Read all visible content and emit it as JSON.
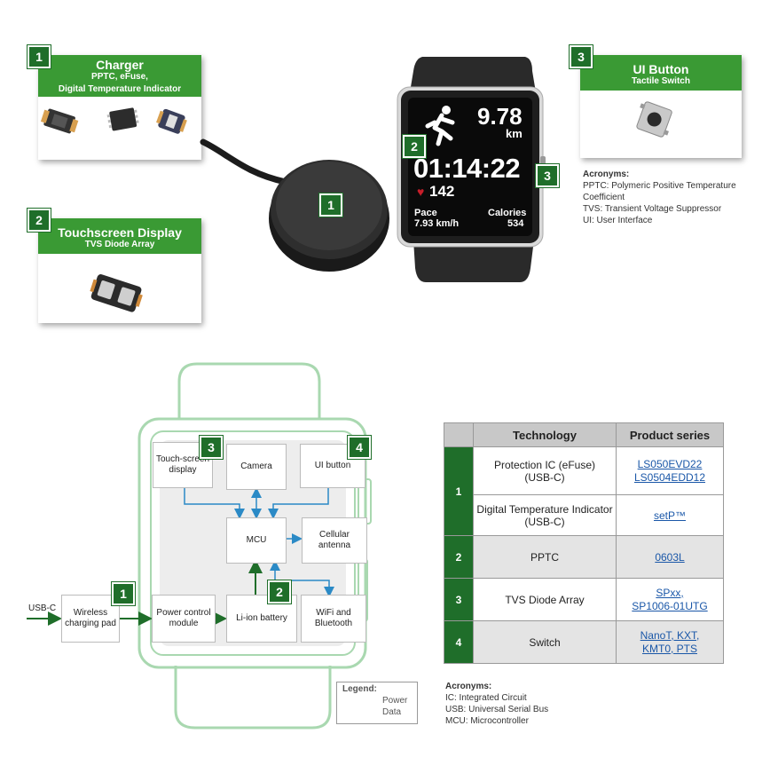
{
  "cards": {
    "charger": {
      "badge": "1",
      "title": "Charger",
      "sub1": "PPTC, eFuse,",
      "sub2": "Digital Temperature Indicator"
    },
    "touch": {
      "badge": "2",
      "title": "Touchscreen Display",
      "sub1": "TVS Diode Array"
    },
    "ui": {
      "badge": "3",
      "title": "UI Button",
      "sub1": "Tactile Switch"
    }
  },
  "watch_screen": {
    "distance": "9.78",
    "distance_unit": "km",
    "time": "01:14:22",
    "heart": "142",
    "pace_label": "Pace",
    "pace_value": "7.93 km/h",
    "calories_label": "Calories",
    "calories_value": "534",
    "badge_screen": "2",
    "badge_button": "3",
    "badge_pad": "1"
  },
  "acronyms_top": {
    "title": "Acronyms:",
    "items": [
      "PPTC: Polymeric Positive Temperature Coefficient",
      "TVS: Transient Voltage Suppressor",
      "UI: User Interface"
    ]
  },
  "diagram": {
    "usb_label": "USB-C",
    "blocks": {
      "wireless": "Wireless charging pad",
      "touch": "Touch-screen display",
      "camera": "Camera",
      "ui": "UI button",
      "mcu": "MCU",
      "cellular": "Cellular antenna",
      "power": "Power control module",
      "battery": "Li-ion battery",
      "wifi": "WiFi and Bluetooth"
    },
    "badges": {
      "wireless": "1",
      "touch": "3",
      "ui": "4",
      "battery": "2"
    },
    "legend": {
      "title": "Legend:",
      "power": "Power",
      "data": "Data"
    },
    "colors": {
      "power": "#1f6e2a",
      "data": "#2b8ac6",
      "outline": "#a9d8b0"
    }
  },
  "table": {
    "header_tech": "Technology",
    "header_series": "Product series",
    "rows": [
      {
        "num": "1",
        "tech": "Protection IC (eFuse) (USB-C)",
        "series": [
          "LS050EVD22",
          "LS0504EDD12"
        ]
      },
      {
        "num": "",
        "tech": "Digital Temperature Indicator (USB-C)",
        "series": [
          "setP™"
        ]
      },
      {
        "num": "2",
        "tech": "PPTC",
        "series": [
          "0603L"
        ]
      },
      {
        "num": "3",
        "tech": "TVS Diode Array",
        "series": [
          "SPxx,",
          "SP1006-01UTG"
        ]
      },
      {
        "num": "4",
        "tech": "Switch",
        "series": [
          "NanoT, KXT,",
          "KMT0, PTS"
        ]
      }
    ]
  },
  "acronyms_bottom": {
    "title": "Acronyms:",
    "items": [
      "IC: Integrated Circuit",
      "USB: Universal Serial Bus",
      "MCU: Microcontroller"
    ]
  }
}
